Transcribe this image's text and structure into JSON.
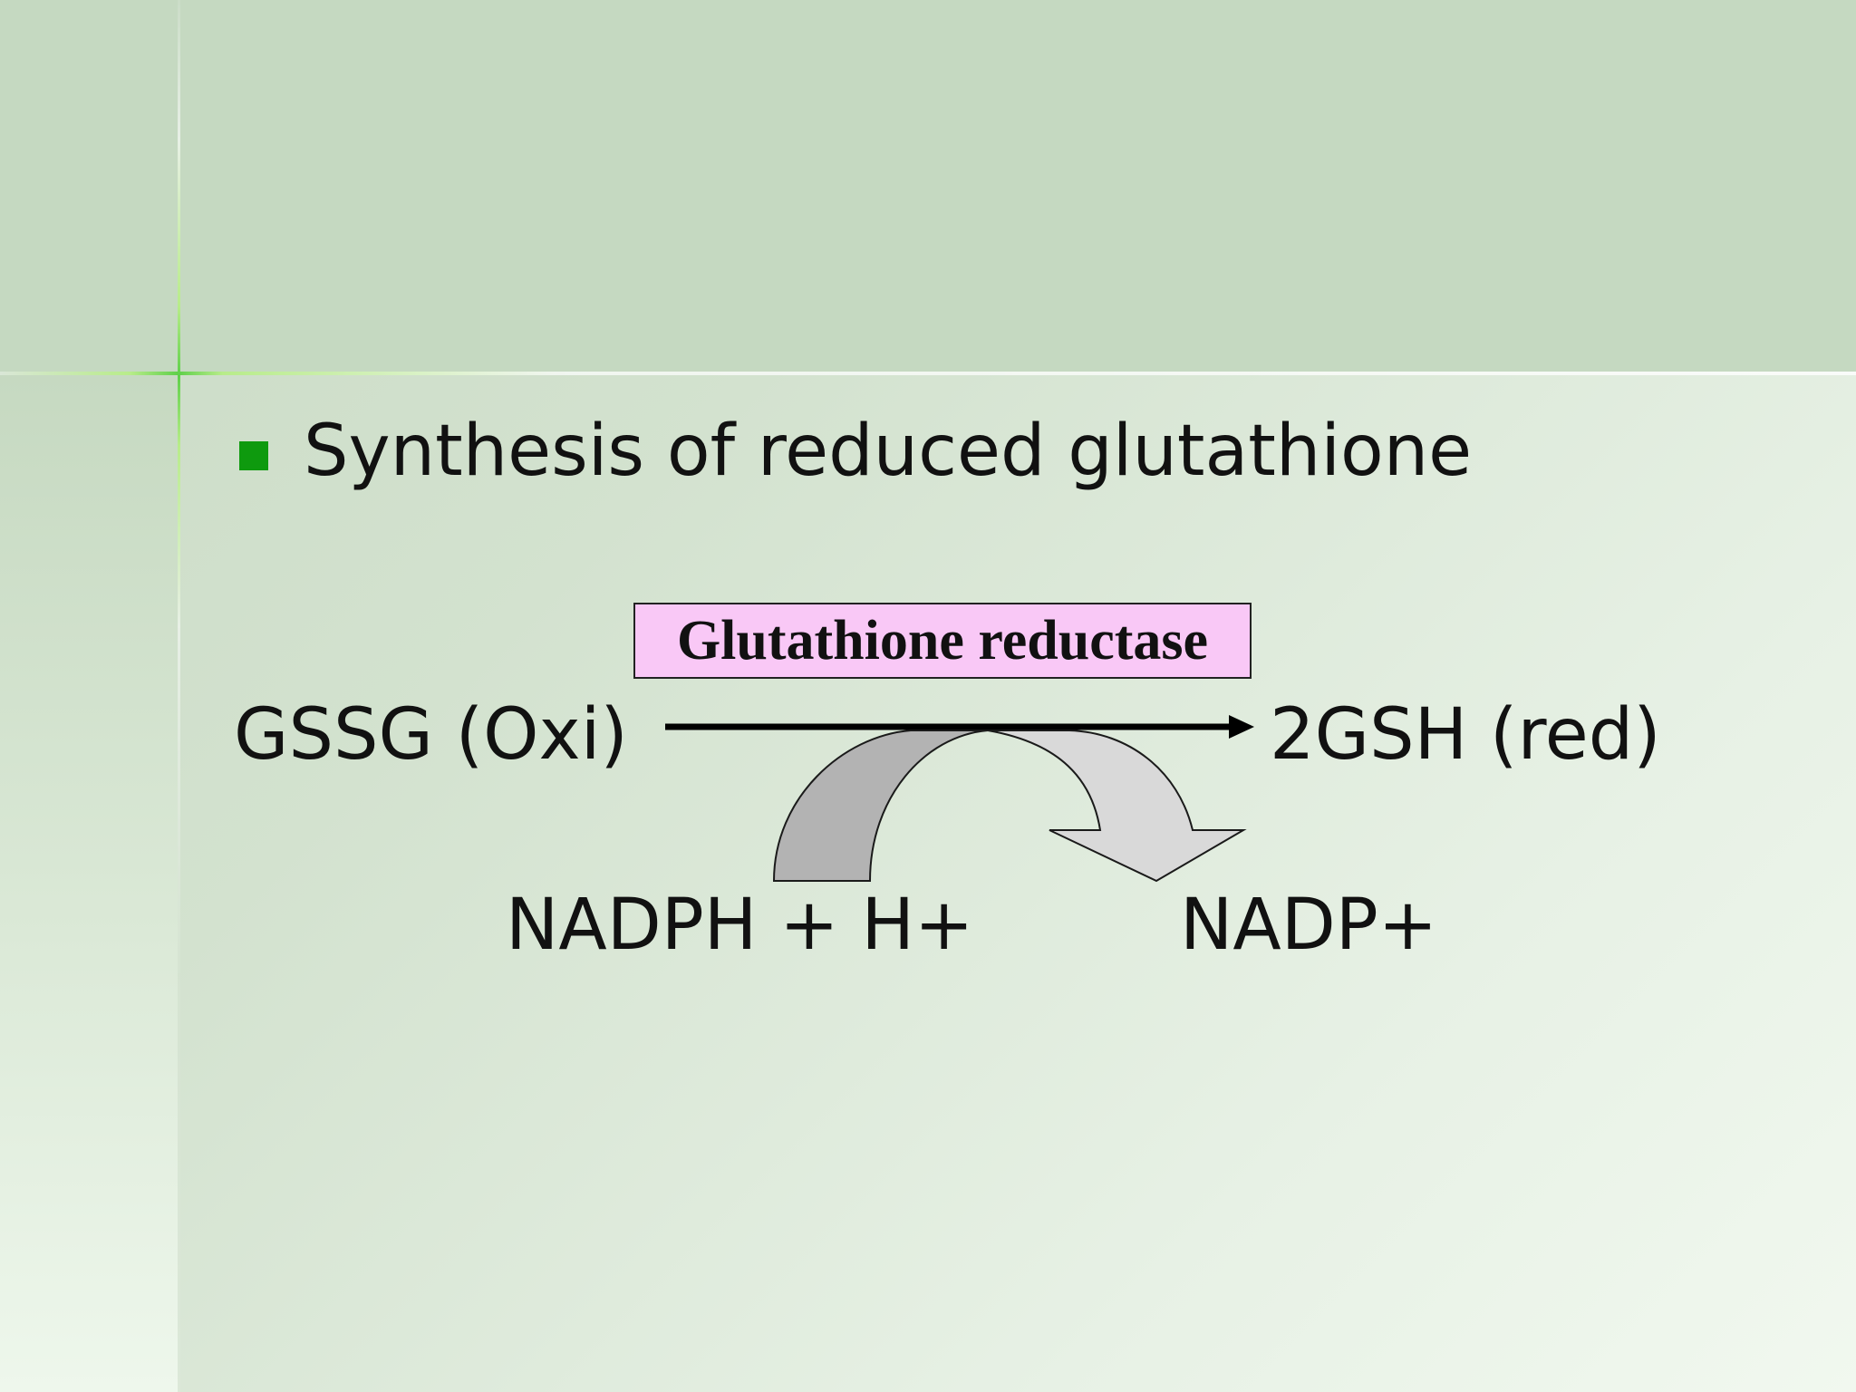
{
  "slide": {
    "bullet_text": "Synthesis of reduced glutathione"
  },
  "reaction": {
    "enzyme": "Glutathione reductase",
    "substrate": "GSSG (Oxi)",
    "product": "2GSH (red)",
    "cofactor_in": "NADPH + H+",
    "cofactor_out": "NADP+"
  },
  "colors": {
    "bullet": "#0e9a0e",
    "enzyme_box": "#f9c8f6",
    "arrow_in": "#b3b3b3",
    "arrow_out": "#d9d9d9"
  }
}
